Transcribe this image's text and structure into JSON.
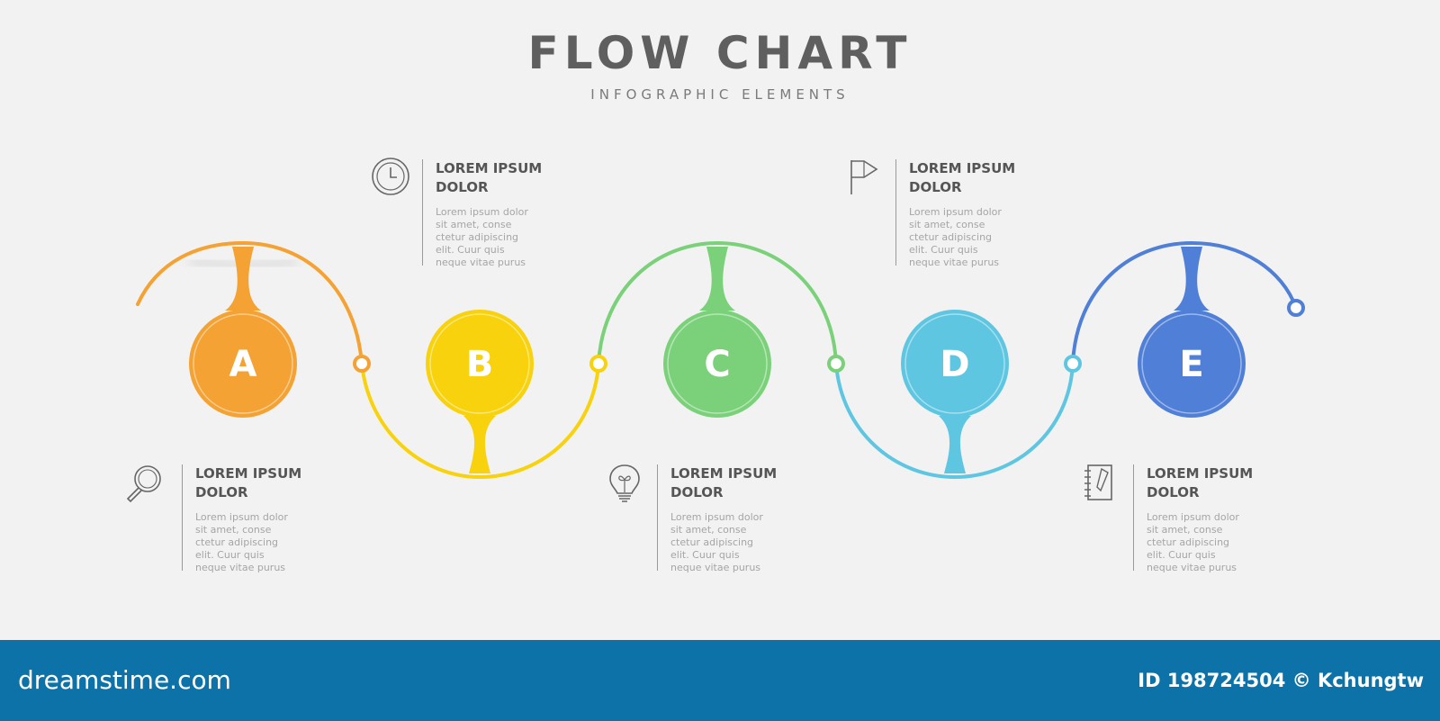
{
  "header": {
    "title": "FLOW CHART",
    "subtitle": "INFOGRAPHIC ELEMENTS"
  },
  "steps": [
    {
      "letter": "A",
      "color": "#f4a233",
      "icon": "magnifier-icon",
      "heading": "LOREM IPSUM\nDOLOR",
      "text": "Lorem ipsum dolor\nsit amet, conse\nctetur adipiscing\nelit. Cuur quis\nneque vitae purus"
    },
    {
      "letter": "B",
      "color": "#f7d20d",
      "icon": "clock-icon",
      "heading": "LOREM IPSUM\nDOLOR",
      "text": "Lorem ipsum dolor\nsit amet, conse\nctetur adipiscing\nelit. Cuur quis\nneque vitae purus"
    },
    {
      "letter": "C",
      "color": "#7bd17a",
      "icon": "lightbulb-icon",
      "heading": "LOREM IPSUM\nDOLOR",
      "text": "Lorem ipsum dolor\nsit amet, conse\nctetur adipiscing\nelit. Cuur quis\nneque vitae purus"
    },
    {
      "letter": "D",
      "color": "#5fc6e2",
      "icon": "flag-icon",
      "heading": "LOREM IPSUM\nDOLOR",
      "text": "Lorem ipsum dolor\nsit amet, conse\nctetur adipiscing\nelit. Cuur quis\nneque vitae purus"
    },
    {
      "letter": "E",
      "color": "#4f7fd6",
      "icon": "notebook-icon",
      "heading": "LOREM IPSUM\nDOLOR",
      "text": "Lorem ipsum dolor\nsit amet, conse\nctetur adipiscing\nelit. Cuur quis\nneque vitae purus"
    }
  ],
  "footer": {
    "brand": "dreamstime.com",
    "credit": "ID 198724504 © Kchungtw",
    "color": "#0c72a8"
  }
}
